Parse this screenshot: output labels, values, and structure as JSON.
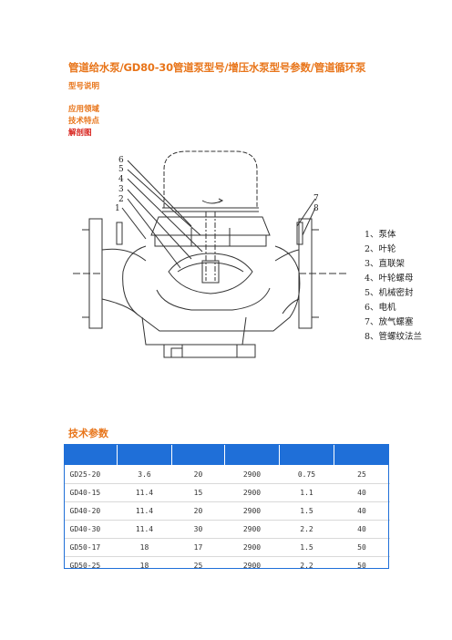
{
  "title": "管道给水泵/GD80-30管道泵型号/增压水泵型号参数/管道循环泵",
  "links": {
    "model_desc": "型号说明",
    "application": "应用领域",
    "features": "技术特点",
    "section_view": "解剖图"
  },
  "diagram": {
    "callouts": [
      "6",
      "5",
      "4",
      "3",
      "2",
      "1",
      "7",
      "8"
    ]
  },
  "legend": [
    "1、泵体",
    "2、叶轮",
    "3、直联架",
    "4、叶轮螺母",
    "5、机械密封",
    "6、电机",
    "7、放气螺塞",
    "8、管螺纹法兰"
  ],
  "tech_params": {
    "heading": "技术参数",
    "header_color": "#1f6fd8",
    "rows": [
      [
        "GD25-20",
        "3.6",
        "20",
        "2900",
        "0.75",
        "25"
      ],
      [
        "GD40-15",
        "11.4",
        "15",
        "2900",
        "1.1",
        "40"
      ],
      [
        "GD40-20",
        "11.4",
        "20",
        "2900",
        "1.5",
        "40"
      ],
      [
        "GD40-30",
        "11.4",
        "30",
        "2900",
        "2.2",
        "40"
      ],
      [
        "GD50-17",
        "18",
        "17",
        "2900",
        "1.5",
        "50"
      ],
      [
        "GD50-25",
        "18",
        "25",
        "2900",
        "2.2",
        "50"
      ]
    ]
  }
}
